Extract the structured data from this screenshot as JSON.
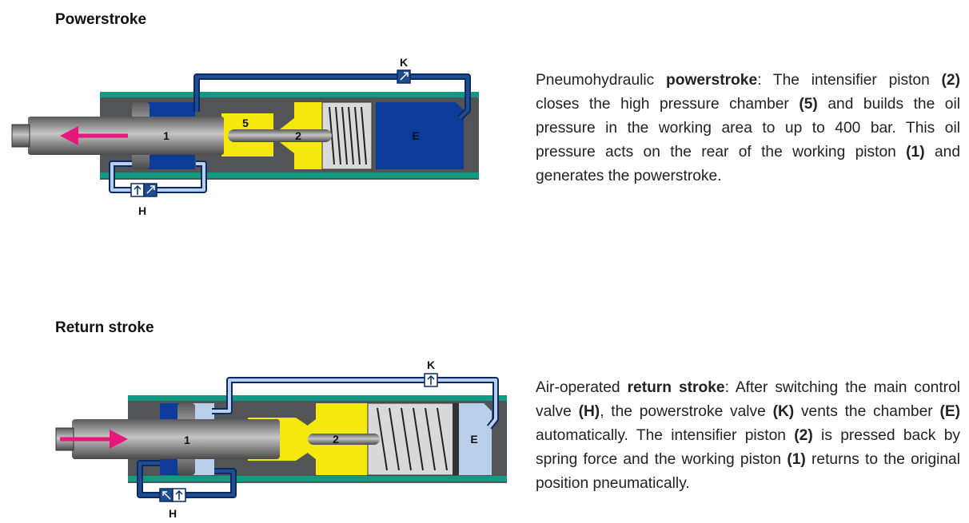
{
  "sections": [
    {
      "title": "Powerstroke",
      "description": [
        {
          "text": "Pneumohydraulic ",
          "bold": false
        },
        {
          "text": "powerstroke",
          "bold": true
        },
        {
          "text": ": The intensifier piston ",
          "bold": false
        },
        {
          "text": "(2)",
          "bold": true
        },
        {
          "text": " closes the high pressure chamber ",
          "bold": false
        },
        {
          "text": "(5)",
          "bold": true
        },
        {
          "text": " and builds the oil pressure in the working area to up to 400 bar. This oil pressure acts on the rear of the working piston ",
          "bold": false
        },
        {
          "text": "(1)",
          "bold": true
        },
        {
          "text": " and generates the powerstroke.",
          "bold": false
        }
      ],
      "diagram": {
        "labels": {
          "valve_k": "K",
          "valve_h": "H",
          "piston_1": "1",
          "chamber_5": "5",
          "piston_2": "2",
          "chamber_e": "E"
        },
        "arrow_direction": "left",
        "colors": {
          "air_line": "#1f4d8f",
          "chamber_e": "#0d3b9a",
          "arrow": "#e6187a",
          "oil": "#f4e80c",
          "housing": "#535456",
          "band": "#109a84"
        }
      }
    },
    {
      "title": "Return stroke",
      "description": [
        {
          "text": "Air-operated ",
          "bold": false
        },
        {
          "text": "return stroke",
          "bold": true
        },
        {
          "text": ": After switching the main control valve ",
          "bold": false
        },
        {
          "text": "(H)",
          "bold": true
        },
        {
          "text": ", the powerstroke valve ",
          "bold": false
        },
        {
          "text": "(K)",
          "bold": true
        },
        {
          "text": " vents the chamber ",
          "bold": false
        },
        {
          "text": "(E)",
          "bold": true
        },
        {
          "text": " automatically. The intensifier piston ",
          "bold": false
        },
        {
          "text": "(2)",
          "bold": true
        },
        {
          "text": " is pressed back by spring force and the working piston ",
          "bold": false
        },
        {
          "text": "(1)",
          "bold": true
        },
        {
          "text": " returns to the original position pneumatically.",
          "bold": false
        }
      ],
      "diagram": {
        "labels": {
          "valve_k": "K",
          "valve_h": "H",
          "piston_1": "1",
          "piston_2": "2",
          "chamber_e": "E"
        },
        "arrow_direction": "right",
        "colors": {
          "air_line": "#1f4d8f",
          "chamber_e": "#b9cfea",
          "arrow": "#e6187a",
          "oil": "#f4e80c",
          "housing": "#535456",
          "band": "#109a84"
        }
      }
    }
  ]
}
